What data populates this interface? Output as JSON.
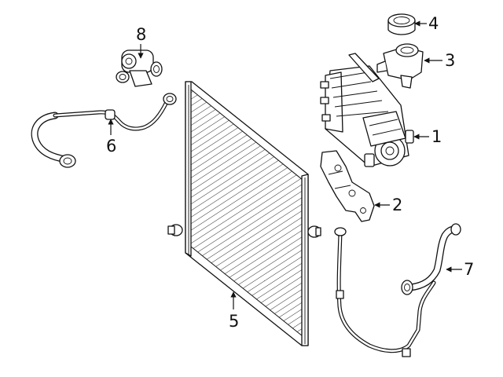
{
  "callouts": [
    {
      "id": "1",
      "label": "1"
    },
    {
      "id": "2",
      "label": "2"
    },
    {
      "id": "3",
      "label": "3"
    },
    {
      "id": "4",
      "label": "4"
    },
    {
      "id": "5",
      "label": "5"
    },
    {
      "id": "6",
      "label": "6"
    },
    {
      "id": "7",
      "label": "7"
    },
    {
      "id": "8",
      "label": "8"
    }
  ],
  "colors": {
    "line": "#111111",
    "fill": "#ffffff"
  }
}
